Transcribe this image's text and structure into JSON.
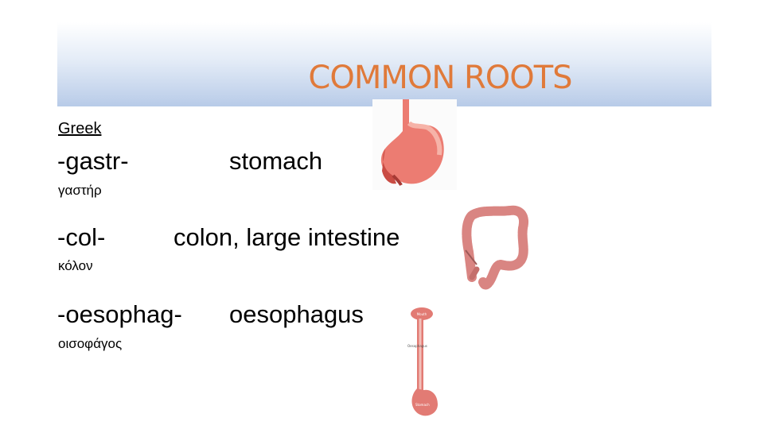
{
  "title": "COMMON ROOTS",
  "section_label": "Greek",
  "roots": [
    {
      "root": "-gastr-",
      "meaning": "stomach",
      "greek": "γαστήρ"
    },
    {
      "root": "-col-",
      "meaning": "colon, large intestine",
      "greek": "κόλον"
    },
    {
      "root": "-oesophag-",
      "meaning": "oesophagus",
      "greek": "οισοφάγος"
    }
  ],
  "diagram_labels": {
    "mouth": "Mouth",
    "oesophagus": "Oesophagus",
    "stomach": "Stomach"
  },
  "colors": {
    "title": "#e07a3a",
    "organ": "#e8736b",
    "colon": "#d98582"
  },
  "icons": [
    "stomach-illustration",
    "colon-illustration",
    "digestive-tract-diagram"
  ]
}
